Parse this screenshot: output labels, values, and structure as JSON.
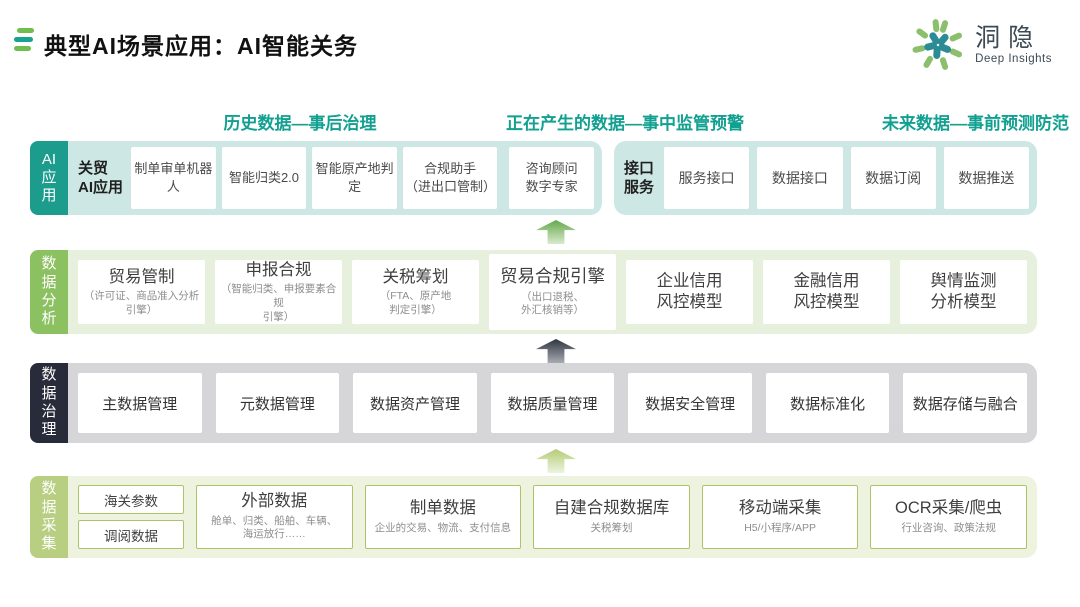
{
  "header": {
    "title": "典型AI场景应用：AI智能关务",
    "logo": {
      "name": "洞隐",
      "subtitle": "Deep Insights"
    }
  },
  "column_headers": {
    "history": "历史数据—事后治理",
    "current": "正在产生的数据—事中监管预警",
    "future": "未来数据—事前预测防范"
  },
  "colors": {
    "teal": "#1B9C8C",
    "teal_light": "#CDE8E4",
    "green": "#8CC162",
    "green_light": "#E7F0DD",
    "dark": "#282C3A",
    "gray_light": "#D6D6D8",
    "olive_border": "#ABC566",
    "olive_light": "#EEF3E0",
    "header_text": "#12A091"
  },
  "rows": {
    "ai": {
      "label": "AI\n应\n用",
      "groups": {
        "guanmao": {
          "label": "关贸\nAI应用",
          "boxes": [
            "制单审单机器人",
            "智能归类2.0",
            "智能原产地判定",
            "合规助手\n（进出口管制）",
            "咨询顾问\n数字专家"
          ]
        },
        "jiekou": {
          "label": "接口\n服务",
          "boxes": [
            "服务接口",
            "数据接口",
            "数据订阅",
            "数据推送"
          ]
        }
      }
    },
    "analysis": {
      "label": "数\n据\n分\n析",
      "boxes": [
        {
          "title": "贸易管制",
          "subtitle": "（许可证、商品准入分析\n引擎）"
        },
        {
          "title": "申报合规",
          "subtitle": "（智能归类、申报要素合规\n引擎）"
        },
        {
          "title": "关税筹划",
          "subtitle": "（FTA、原产地\n判定引擎）"
        },
        {
          "title": "贸易合规引擎",
          "subtitle": "（出口退税、\n外汇核销等）"
        },
        {
          "title": "企业信用\n风控模型",
          "subtitle": ""
        },
        {
          "title": "金融信用\n风控模型",
          "subtitle": ""
        },
        {
          "title": "舆情监测\n分析模型",
          "subtitle": ""
        }
      ]
    },
    "governance": {
      "label": "数\n据\n治\n理",
      "boxes": [
        "主数据管理",
        "元数据管理",
        "数据资产管理",
        "数据质量管理",
        "数据安全管理",
        "数据标准化",
        "数据存储与融合"
      ]
    },
    "collection": {
      "label": "数\n据\n采\n集",
      "small_boxes": [
        "海关参数",
        "调阅数据"
      ],
      "boxes": [
        {
          "title": "外部数据",
          "subtitle": "舱单、归类、船舶、车辆、\n海运放行……"
        },
        {
          "title": "制单数据",
          "subtitle": "企业的交易、物流、支付信息"
        },
        {
          "title": "自建合规数据库",
          "subtitle": "关税筹划"
        },
        {
          "title": "移动端采集",
          "subtitle": "H5/小程序/APP"
        },
        {
          "title": "OCR采集/爬虫",
          "subtitle": "行业咨询、政策法规"
        }
      ]
    }
  }
}
